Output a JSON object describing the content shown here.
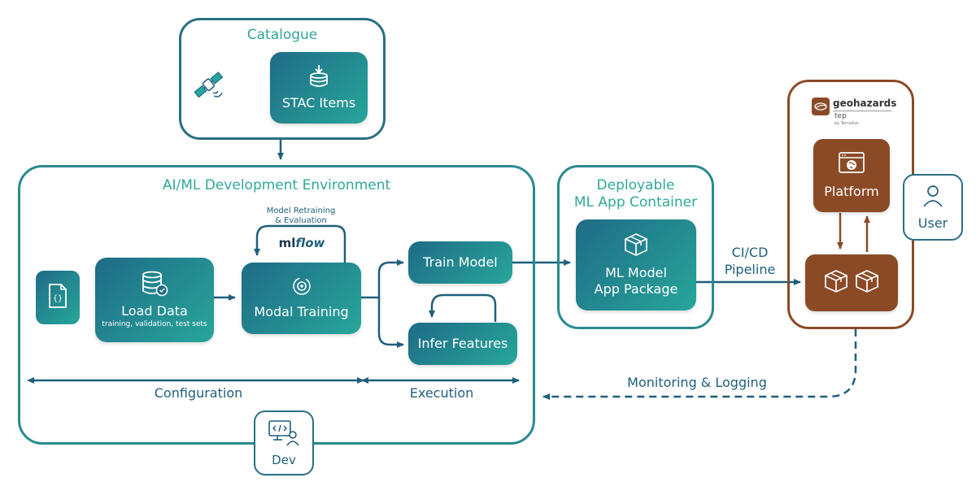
{
  "catalogue": {
    "title": "Catalogue",
    "stac_items_label": "STAC Items"
  },
  "dev_env": {
    "title": "AI/ML Development Environment",
    "load_data": {
      "title": "Load Data",
      "subtitle": "training, validation, test sets"
    },
    "modal_training": "Modal Training",
    "retraining_note_line1": "Model Retraining",
    "retraining_note_line2": "& Evaluation",
    "mlflow_prefix": "ml",
    "mlflow_suffix": "flow",
    "train_model": "Train Model",
    "infer_features": "Infer Features",
    "configuration": "Configuration",
    "execution": "Execution",
    "dev_label": "Dev"
  },
  "deploy": {
    "title_line1": "Deployable",
    "title_line2": "ML App Container",
    "package_line1": "ML Model",
    "package_line2": "App Package"
  },
  "pipeline": {
    "line1": "CI/CD",
    "line2": "Pipeline"
  },
  "platform_panel": {
    "brand_name": "geohazards",
    "brand_sub": "tep",
    "brand_by": "by Terradue",
    "platform_label": "Platform"
  },
  "user_label": "User",
  "monitoring": "Monitoring & Logging",
  "colors": {
    "teal_dark": "#1f6b86",
    "teal_light": "#27a69a",
    "brown": "#8b4a26",
    "title_teal": "#2fa897"
  }
}
